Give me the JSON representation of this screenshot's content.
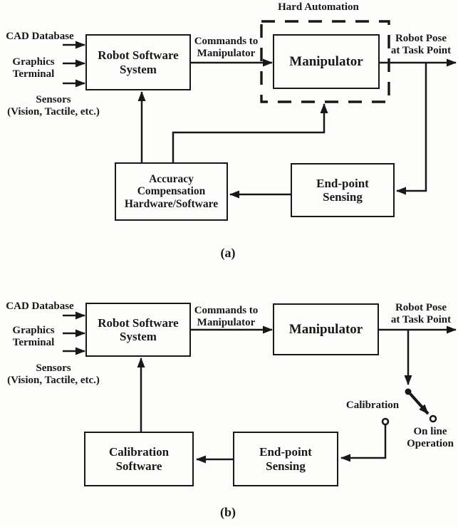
{
  "colors": {
    "ink": "#181818",
    "paper": "#fdfdfc"
  },
  "diagram_a": {
    "caption": "(a)",
    "inputs": {
      "cad": "CAD Database",
      "graphics": "Graphics\nTerminal",
      "sensors": "Sensors\n(Vision, Tactile, etc.)"
    },
    "labels": {
      "hard_automation": "Hard Automation",
      "commands": "Commands to\nManipulator",
      "robot_pose": "Robot Pose\nat Task Point"
    },
    "boxes": {
      "robot_software_system": "Robot Software\nSystem",
      "manipulator": "Manipulator",
      "accuracy_compensation": "Accuracy\nCompensation\nHardware/Software",
      "end_point_sensing": "End-point\nSensing"
    }
  },
  "diagram_b": {
    "caption": "(b)",
    "inputs": {
      "cad": "CAD Database",
      "graphics": "Graphics\nTerminal",
      "sensors": "Sensors\n(Vision, Tactile, etc.)"
    },
    "labels": {
      "commands": "Commands to\nManipulator",
      "robot_pose": "Robot Pose\nat Task Point",
      "calibration": "Calibration",
      "online_operation": "On line\nOperation"
    },
    "boxes": {
      "robot_software_system": "Robot Software\nSystem",
      "manipulator": "Manipulator",
      "calibration_software": "Calibration\nSoftware",
      "end_point_sensing": "End-point\nSensing"
    }
  }
}
